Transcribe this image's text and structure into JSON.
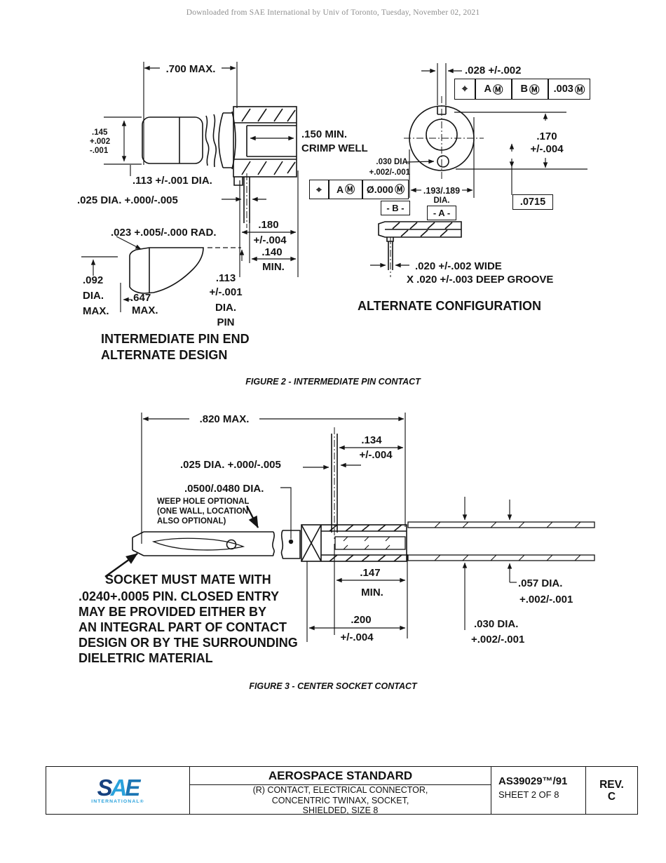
{
  "watermark": "Downloaded from SAE International by Univ of Toronto, Tuesday, November 02, 2021",
  "fig2": {
    "caption": "FIGURE 2 - INTERMEDIATE PIN CONTACT",
    "labels": {
      "d700": ".700 MAX.",
      "d145a": ".145",
      "d145b": "+.002",
      "d145c": "-.001",
      "d113": ".113 +/-.001 DIA.",
      "d025": ".025 DIA. +.000/-.005",
      "crimp1": ".150 MIN.",
      "crimp2": "CRIMP WELL",
      "d180a": ".180",
      "d180b": "+/-.004",
      "d140a": ".140",
      "d140b": "MIN.",
      "rad023": ".023 +.005/-.000 RAD.",
      "d092a": ".092",
      "d092b": "DIA.",
      "d092c": "MAX.",
      "d647a": ".647",
      "d647b": "MAX.",
      "pin113a": ".113",
      "pin113b": "+/-.001",
      "pin113c": "DIA.",
      "pin113d": "PIN",
      "sub1": "INTERMEDIATE PIN END",
      "sub2": "ALTERNATE DESIGN",
      "d028": ".028 +/-.002",
      "hole030a": ".030 DIA.",
      "hole030b": "+.002/-.001",
      "d193a": ".193/.189",
      "d193b": "DIA.",
      "d170a": ".170",
      "d170b": "+/-.004",
      "groove1": ".020 +/-.002 WIDE",
      "groove2": "X .020 +/-.003 DEEP GROOVE",
      "altcfg": "ALTERNATE CONFIGURATION"
    },
    "fcf1": {
      "sym": "⌖",
      "c1": "A",
      "c2": "B",
      "c3": ".003",
      "mod": "Ⓜ"
    },
    "fcf2": {
      "sym": "⌖",
      "c1": "A",
      "tol": "Ø.000",
      "mod": "Ⓜ"
    },
    "datumA": "- A -",
    "datumB": "- B -",
    "basic": ".0715"
  },
  "fig3": {
    "caption": "FIGURE 3 - CENTER SOCKET CONTACT",
    "labels": {
      "d820": ".820 MAX.",
      "d134a": ".134",
      "d134b": "+/-.004",
      "d025": ".025 DIA. +.000/-.005",
      "d0500": ".0500/.0480 DIA.",
      "weep1": "WEEP HOLE OPTIONAL",
      "weep2": "(ONE WALL, LOCATION",
      "weep3": "ALSO OPTIONAL)",
      "d147a": ".147",
      "d147b": "MIN.",
      "d200a": ".200",
      "d200b": "+/-.004",
      "d057a": ".057 DIA.",
      "d057b": "+.002/-.001",
      "d030a": ".030 DIA.",
      "d030b": "+.002/-.001",
      "note1": "SOCKET MUST MATE WITH",
      "note2": ".0240+.0005 PIN. CLOSED ENTRY",
      "note3": "MAY BE PROVIDED EITHER BY",
      "note4": "AN INTEGRAL PART OF CONTACT",
      "note5": "DESIGN OR BY THE SURROUNDING",
      "note6": "DIELETRIC MATERIAL"
    }
  },
  "titleblock": {
    "logo_s": "S",
    "logo_a": "A",
    "logo_e": "E",
    "logo_sub": "INTERNATIONAL®",
    "title": "AEROSPACE STANDARD",
    "desc1": "(R) CONTACT, ELECTRICAL CONNECTOR,",
    "desc2": "CONCENTRIC TWINAX, SOCKET,",
    "desc3": "SHIELDED, SIZE 8",
    "doc": "AS39029™/91",
    "sheet": "SHEET 2 OF 8",
    "rev_label": "REV.",
    "rev_value": "C"
  }
}
